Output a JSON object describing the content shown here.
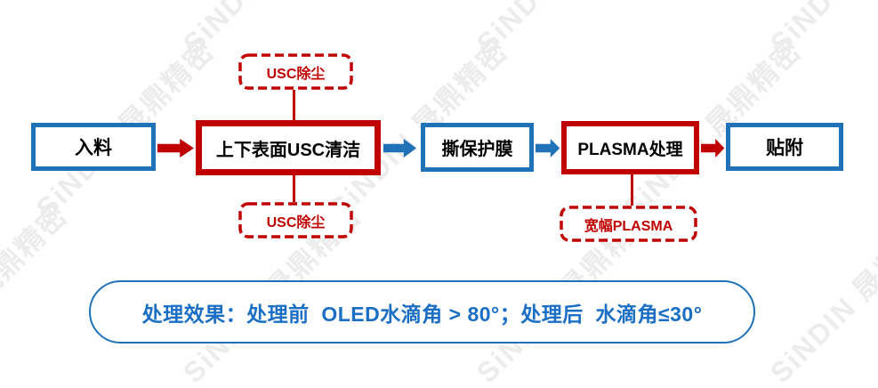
{
  "watermark": {
    "text": "SiNDIN 晟鼎精密"
  },
  "colors": {
    "red": "#C00000",
    "blue": "#1F72B8",
    "caption_text": "#1A6FC4",
    "node_text": "#000000",
    "watermark": "#ECECEC"
  },
  "flow": {
    "nodes": [
      {
        "id": "input",
        "label": "入料",
        "style": "blue"
      },
      {
        "id": "usc-clean",
        "label": "上下表面USC清洁",
        "style": "red"
      },
      {
        "id": "peel-film",
        "label": "撕保护膜",
        "style": "blue"
      },
      {
        "id": "plasma",
        "label": "PLASMA处理",
        "style": "red"
      },
      {
        "id": "attach",
        "label": "贴附",
        "style": "blue"
      }
    ],
    "arrows": [
      {
        "from": "input",
        "to": "usc-clean",
        "color": "red"
      },
      {
        "from": "usc-clean",
        "to": "peel-film",
        "color": "blue"
      },
      {
        "from": "peel-film",
        "to": "plasma",
        "color": "blue"
      },
      {
        "from": "plasma",
        "to": "attach",
        "color": "red"
      }
    ],
    "callouts": [
      {
        "id": "usc-dust-top",
        "label": "USC除尘",
        "attached_to": "usc-clean",
        "position": "above"
      },
      {
        "id": "usc-dust-bottom",
        "label": "USC除尘",
        "attached_to": "usc-clean",
        "position": "below"
      },
      {
        "id": "wide-plasma",
        "label": "宽幅PLASMA",
        "attached_to": "plasma",
        "position": "below"
      }
    ]
  },
  "caption": {
    "text": "处理效果：处理前  OLED水滴角 > 80°；处理后  水滴角≤30°"
  }
}
